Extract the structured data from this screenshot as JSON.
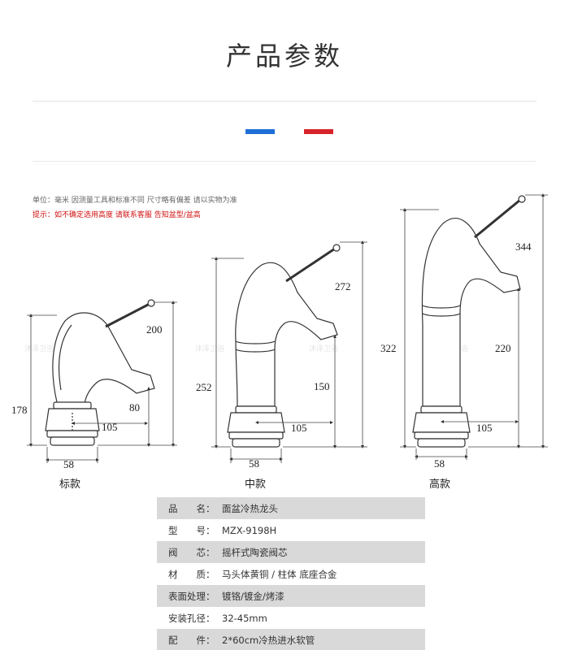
{
  "header": {
    "title": "产品参数"
  },
  "flag_colors": [
    "#1f6fd6",
    "#ffffff",
    "#d8232a"
  ],
  "notes": {
    "unit": "单位：毫米  因测量工具和标准不同 尺寸略有偏差 请以实物为准",
    "hint": "提示：如不确定选用高度 请联系客服 告知盆型/盆高"
  },
  "models": [
    {
      "label": "标款",
      "total": "200",
      "height": "178",
      "spout": "80",
      "reach": "105",
      "base": "58"
    },
    {
      "label": "中款",
      "total": "272",
      "height": "252",
      "spout": "150",
      "reach": "105",
      "base": "58"
    },
    {
      "label": "高款",
      "total": "344",
      "height": "322",
      "spout": "220",
      "reach": "105",
      "base": "58"
    }
  ],
  "specs": [
    {
      "key": "品　　名：",
      "value": "面盆冷热龙头"
    },
    {
      "key": "型　　号：",
      "value": "MZX-9198H"
    },
    {
      "key": "阀　　芯：",
      "value": "摇杆式陶瓷阀芯"
    },
    {
      "key": "材　　质：",
      "value": "马头体黄铜 / 柱体 底座合金"
    },
    {
      "key": "表面处理：",
      "value": "镀铬/镀金/烤漆"
    },
    {
      "key": "安装孔径：",
      "value": "32-45mm"
    },
    {
      "key": "配　　件：",
      "value": "2*60cm冷热进水软管"
    }
  ]
}
